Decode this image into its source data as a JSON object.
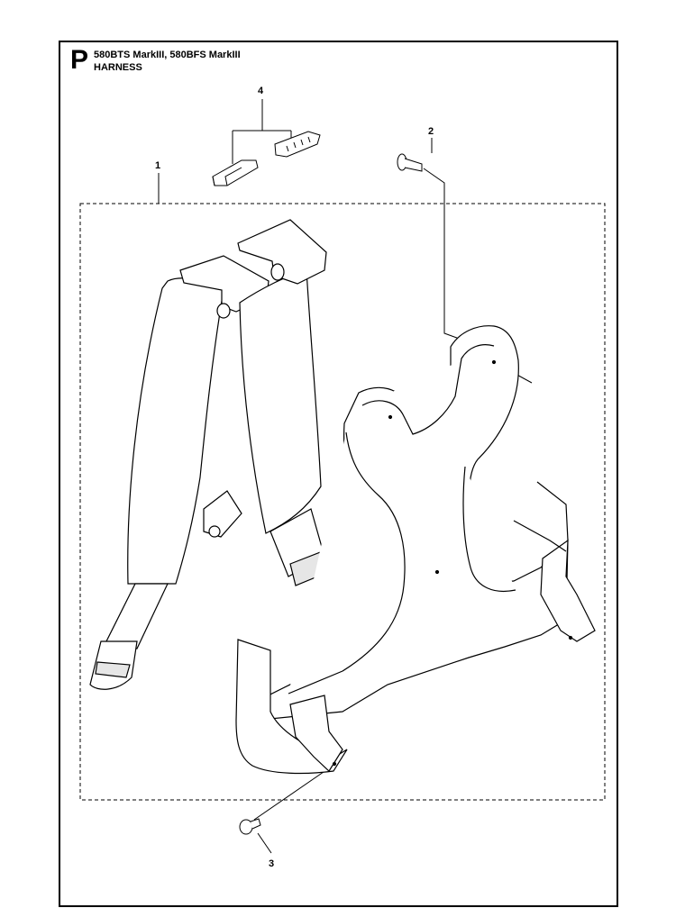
{
  "header": {
    "section_letter": "P",
    "models": "580BTS MarkIII, 580BFS MarkIII",
    "assembly_name": "HARNESS"
  },
  "callouts": [
    {
      "id": "1",
      "label": "1"
    },
    {
      "id": "2",
      "label": "2"
    },
    {
      "id": "3",
      "label": "3"
    },
    {
      "id": "4",
      "label": "4"
    }
  ],
  "colors": {
    "line": "#000000",
    "fill": "#ffffff",
    "shade": "#e6e6e6"
  }
}
